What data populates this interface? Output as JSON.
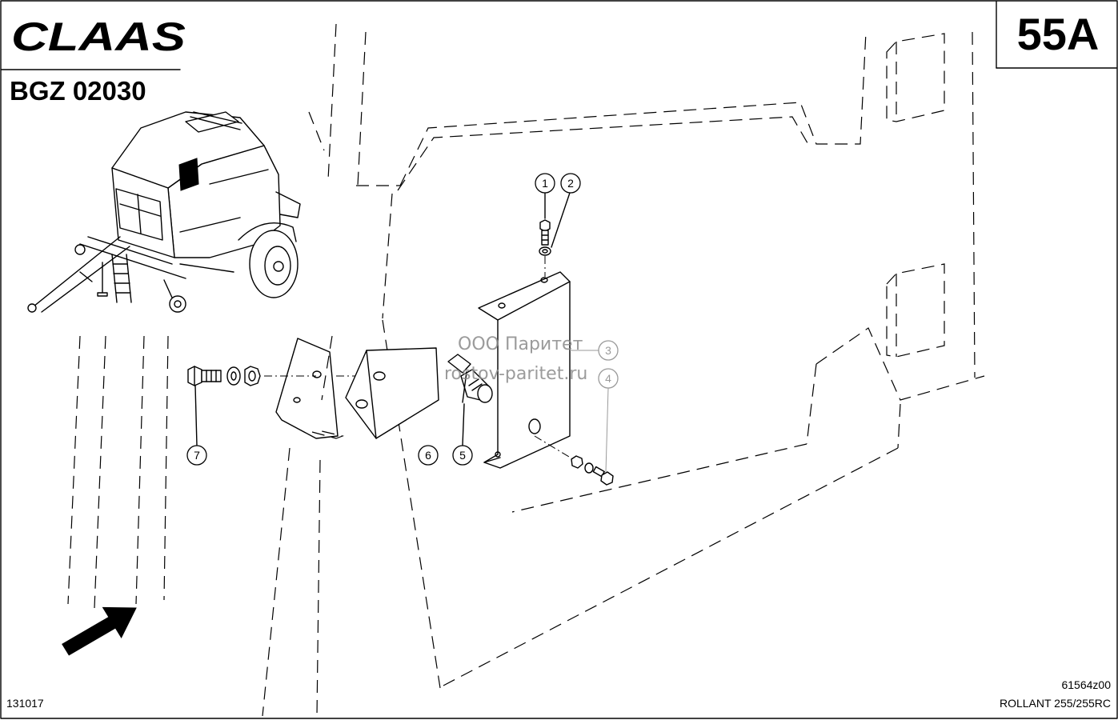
{
  "header": {
    "logo": "CLAAS",
    "doc_code": "BGZ 02030",
    "page_no": "55A"
  },
  "callouts": [
    "1",
    "2",
    "3",
    "4",
    "5",
    "6",
    "7"
  ],
  "watermark": {
    "company": "ООО Паритет",
    "site": "rostov-paritet.ru"
  },
  "footer": {
    "left_code": "131017",
    "drawing_no": "61564z00",
    "model": "ROLLANT 255/255RC"
  },
  "colors": {
    "ink": "#000000",
    "paper": "#ffffff",
    "watermark": "#8a8a8a"
  }
}
